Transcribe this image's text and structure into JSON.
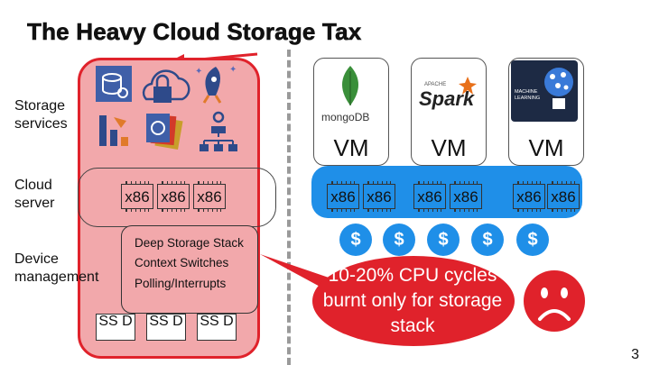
{
  "title": "The Heavy Cloud Storage Tax",
  "labels": {
    "storage_services": "Storage services",
    "cloud_server": "Cloud server",
    "device_management": "Device management"
  },
  "left_chips": [
    "x86",
    "x86",
    "x86"
  ],
  "stack_lines": [
    "Deep Storage Stack",
    "Context Switches",
    "Polling/Interrupts"
  ],
  "ssd_label": "SS D",
  "vms": [
    {
      "label": "VM",
      "logo": "mongoDB"
    },
    {
      "label": "VM",
      "logo": "Spark",
      "logo_sub": "APACHE"
    },
    {
      "label": "VM",
      "logo": "MACHINE LEARNING"
    }
  ],
  "right_chips": [
    "x86",
    "x86",
    "x86",
    "x86",
    "x86",
    "x86"
  ],
  "dollars": [
    "$",
    "$",
    "$",
    "$",
    "$"
  ],
  "callout": "10-20% CPU cycles burnt only for storage stack",
  "page_number": "3",
  "colors": {
    "red": "#e0222b",
    "pink": "#f2a8ab",
    "blue": "#1f8fe8"
  },
  "icons": [
    "database-gear-icon",
    "lock-cloud-icon",
    "rocket-icon",
    "bar-chart-icon",
    "documents-icon",
    "hierarchy-icon",
    "sad-face-icon"
  ]
}
